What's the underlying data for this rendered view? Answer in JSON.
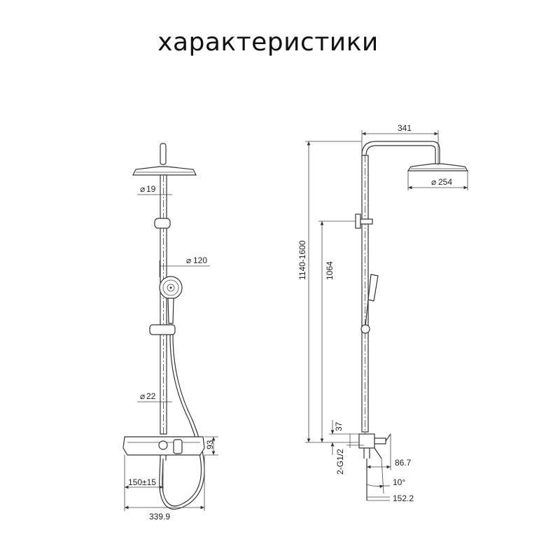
{
  "title": "характеристики",
  "front_view": {
    "dims": {
      "d19": "19",
      "d120": "120",
      "d22": "22",
      "h93": "93",
      "w150": "150±15",
      "w339": "339.9"
    },
    "diameter_symbol": "⌀"
  },
  "side_view": {
    "dims": {
      "w341": "341",
      "d254": "254",
      "h1140": "1140-1600",
      "h1064": "1064",
      "h37": "37",
      "g": "2-G1/2",
      "w86": "86.7",
      "angle": "10°",
      "w152": "152.2"
    }
  },
  "colors": {
    "line": "#333333",
    "background": "#ffffff"
  }
}
